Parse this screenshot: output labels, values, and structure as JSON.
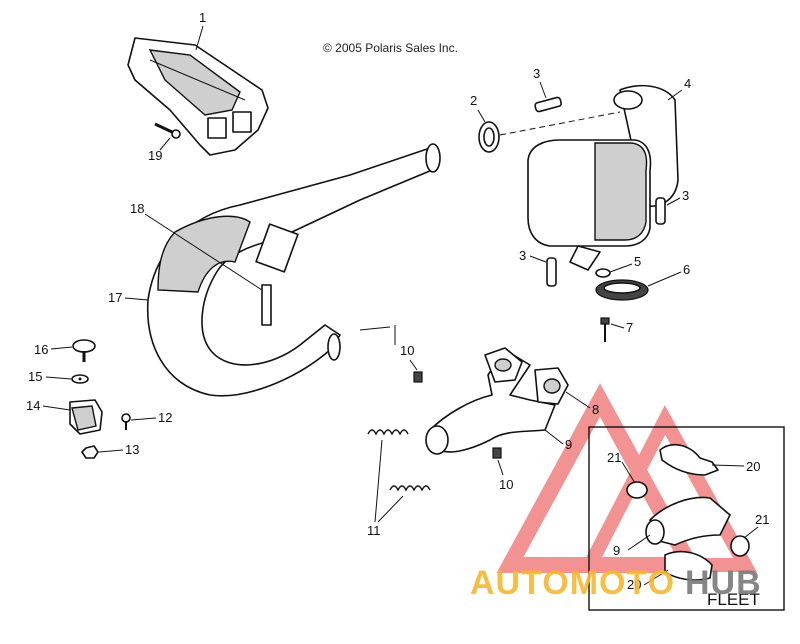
{
  "copyright": "© 2005 Polaris Sales Inc.",
  "callouts": {
    "c1": "1",
    "c2": "2",
    "c3a": "3",
    "c3b": "3",
    "c3c": "3",
    "c4": "4",
    "c5": "5",
    "c6": "6",
    "c7": "7",
    "c8": "8",
    "c9a": "9",
    "c9b": "9",
    "c10a": "10",
    "c10b": "10",
    "c11": "11",
    "c12": "12",
    "c13": "13",
    "c14": "14",
    "c15": "15",
    "c16": "16",
    "c17": "17",
    "c18": "18",
    "c19": "19",
    "c20a": "20",
    "c20b": "20",
    "c21a": "21",
    "c21b": "21"
  },
  "inset": {
    "label": "FLEET"
  },
  "watermark": {
    "part1": "AUTOMOTO",
    "part2": "HUB",
    "color_triangle": "#f08080",
    "color_text_a": "#f7b733",
    "color_text_b": "#7a7a7a"
  }
}
